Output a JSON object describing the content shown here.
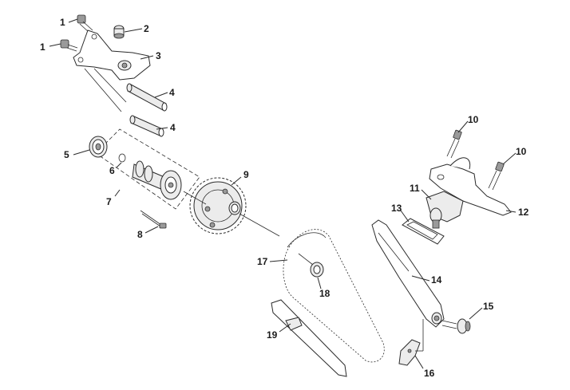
{
  "callouts": [
    {
      "id": "c1a",
      "label": "1"
    },
    {
      "id": "c1b",
      "label": "1"
    },
    {
      "id": "c2",
      "label": "2"
    },
    {
      "id": "c3",
      "label": "3"
    },
    {
      "id": "c4a",
      "label": "4"
    },
    {
      "id": "c4b",
      "label": "4"
    },
    {
      "id": "c5",
      "label": "5"
    },
    {
      "id": "c6",
      "label": "6"
    },
    {
      "id": "c7",
      "label": "7"
    },
    {
      "id": "c8",
      "label": "8"
    },
    {
      "id": "c9",
      "label": "9"
    },
    {
      "id": "c10a",
      "label": "10"
    },
    {
      "id": "c10b",
      "label": "10"
    },
    {
      "id": "c11",
      "label": "11"
    },
    {
      "id": "c12",
      "label": "12"
    },
    {
      "id": "c13",
      "label": "13"
    },
    {
      "id": "c14",
      "label": "14"
    },
    {
      "id": "c15",
      "label": "15"
    },
    {
      "id": "c16",
      "label": "16"
    },
    {
      "id": "c17",
      "label": "17"
    },
    {
      "id": "c18",
      "label": "18"
    },
    {
      "id": "c19",
      "label": "19"
    }
  ]
}
